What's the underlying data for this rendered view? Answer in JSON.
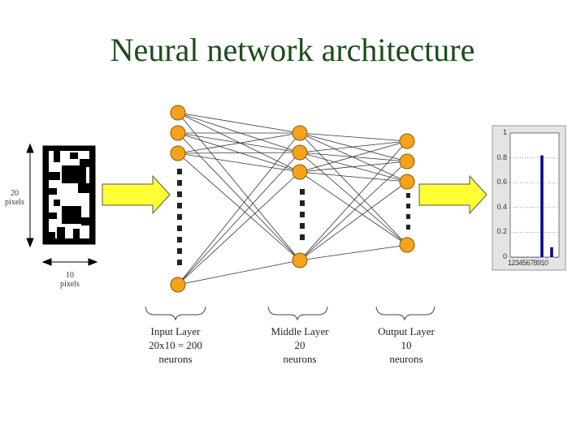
{
  "title": "Neural network architecture",
  "input_image": {
    "height_label_value": "20",
    "height_label_unit": "pixels",
    "width_label_value": "10",
    "width_label_unit": "pixels"
  },
  "layers": [
    {
      "name": "Input Layer",
      "size": "20x10 = 200",
      "unit": "neurons"
    },
    {
      "name": "Middle Layer",
      "size": "20",
      "unit": "neurons"
    },
    {
      "name": "Output Layer",
      "size": "10",
      "unit": "neurons"
    }
  ],
  "colors": {
    "neuron": "#f7a21b",
    "arrow": "#ffff33",
    "bar": "#0b0b86",
    "title": "#1b4d1b"
  },
  "chart_data": {
    "type": "bar",
    "categories": [
      "1",
      "2",
      "3",
      "4",
      "5",
      "6",
      "7",
      "8",
      "9",
      "10"
    ],
    "category_tick_text": "12345678910",
    "values": [
      0.0,
      0.0,
      0.0,
      0.0,
      0.0,
      0.0,
      0.82,
      0.0,
      0.08,
      0.0
    ],
    "ylim": [
      0,
      1
    ],
    "yticks": [
      "0",
      "0.2",
      "0.4",
      "0.6",
      "0.8",
      "1"
    ],
    "grid": true
  }
}
